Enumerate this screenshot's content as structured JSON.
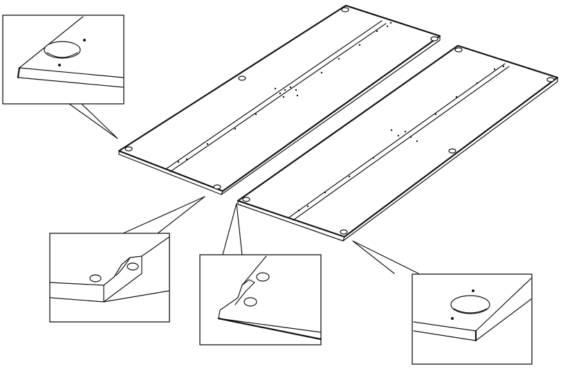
{
  "figure": {
    "subject": "two-panels-with-hole-details",
    "colors": {
      "line": "#111111",
      "background": "#ffffff"
    },
    "callouts": [
      "top-left-corner-hole",
      "notched-corner",
      "stepped-corner",
      "bottom-right-corner-hole"
    ]
  }
}
